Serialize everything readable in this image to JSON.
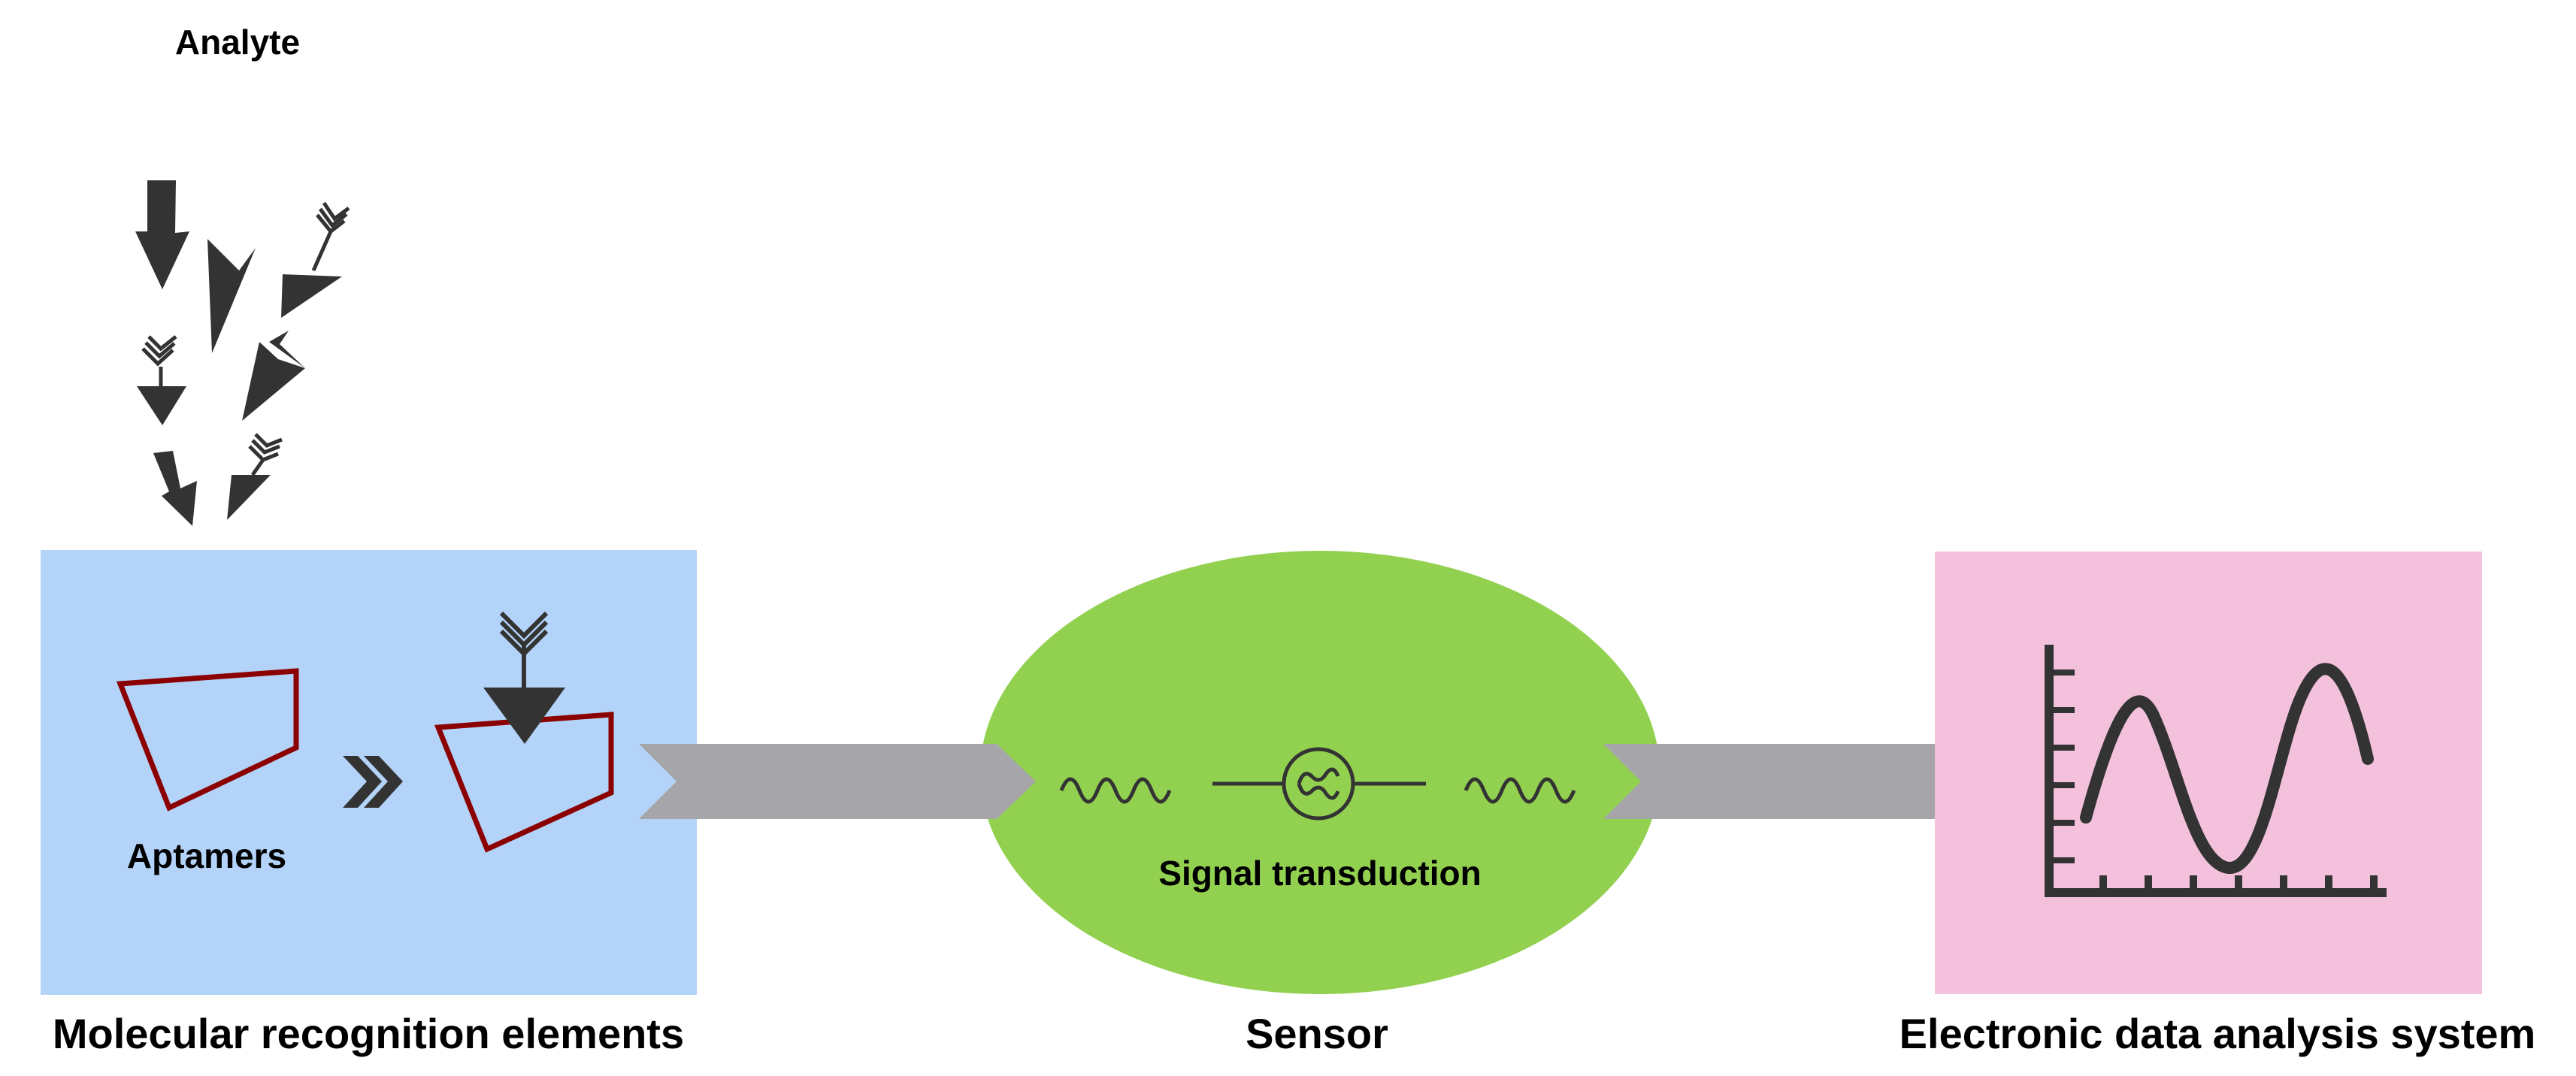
{
  "labels": {
    "analyte": "Analyte",
    "aptamers": "Aptamers",
    "signal_transduction": "Signal transduction",
    "molecular_recognition": "Molecular recognition elements",
    "sensor": "Sensor",
    "data_analysis": "Electronic data analysis system"
  },
  "colors": {
    "recognition_panel": "#b3d3f8",
    "sensor_ellipse": "#92d050",
    "analysis_panel": "#f3c1dc",
    "process_arrow": "#a5a5aa",
    "aptamer_outline": "#8b0000",
    "glyph": "#333333"
  },
  "icons": {
    "analyte_arrows": "analyte-arrow-icon",
    "double_chevron": "double-chevron-icon",
    "ac_source": "ac-source-icon",
    "signal_plot": "sine-wave-plot-icon"
  }
}
